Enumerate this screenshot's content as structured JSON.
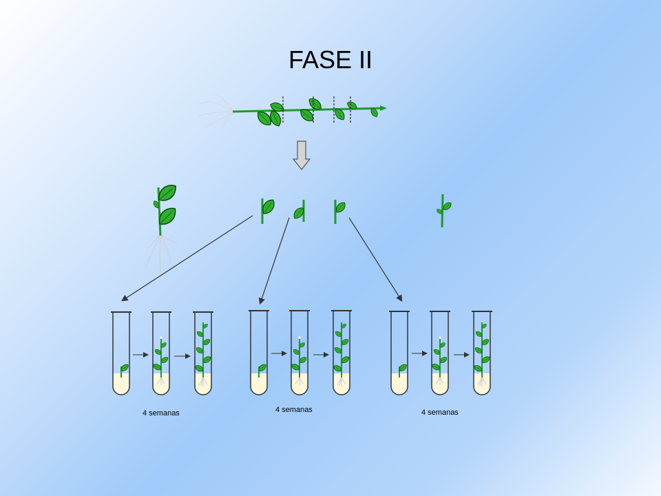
{
  "title": "FASE II",
  "captions": [
    "4 semanas",
    "4 semanas",
    "4 semanas"
  ],
  "colors": {
    "leaf": "#2fb02f",
    "leaf_stroke": "#0d4d0d",
    "stem": "#1f9a2a",
    "medium": "#fdf7dc",
    "tube_outline": "#333333",
    "arrow": "#333333",
    "root": "#c9c9c9"
  },
  "icons": [
    "plant-stem-icon",
    "down-arrow-icon",
    "nodal-segment-icon",
    "test-tube-icon",
    "arrow-icon"
  ]
}
